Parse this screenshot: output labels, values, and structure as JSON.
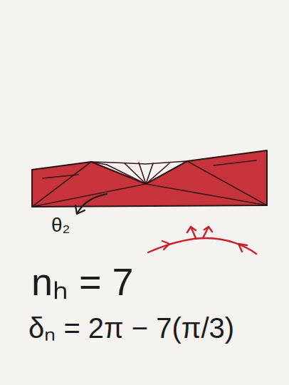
{
  "diagram": {
    "labels": [
      "θ₂",
      "nₕ = 7",
      "δₙ = 2π − 7(π/3)"
    ]
  }
}
